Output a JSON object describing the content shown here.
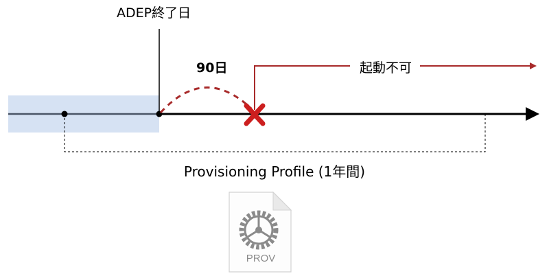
{
  "labels": {
    "adep_end": "ADEP終了日",
    "days": "90日",
    "cannot_launch": "起動不可",
    "provisioning_profile": "Provisioning Profile (1年間)"
  },
  "file_icon": {
    "icon": "gear-document-icon",
    "extension": "PROV"
  },
  "colors": {
    "timeline": "#000000",
    "highlight_band": "#d6e2f3",
    "band_line": "#4a5566",
    "accent_red": "#a82a2a",
    "cross_red": "#cc1f1f",
    "file_gray": "#8a8a8a"
  }
}
